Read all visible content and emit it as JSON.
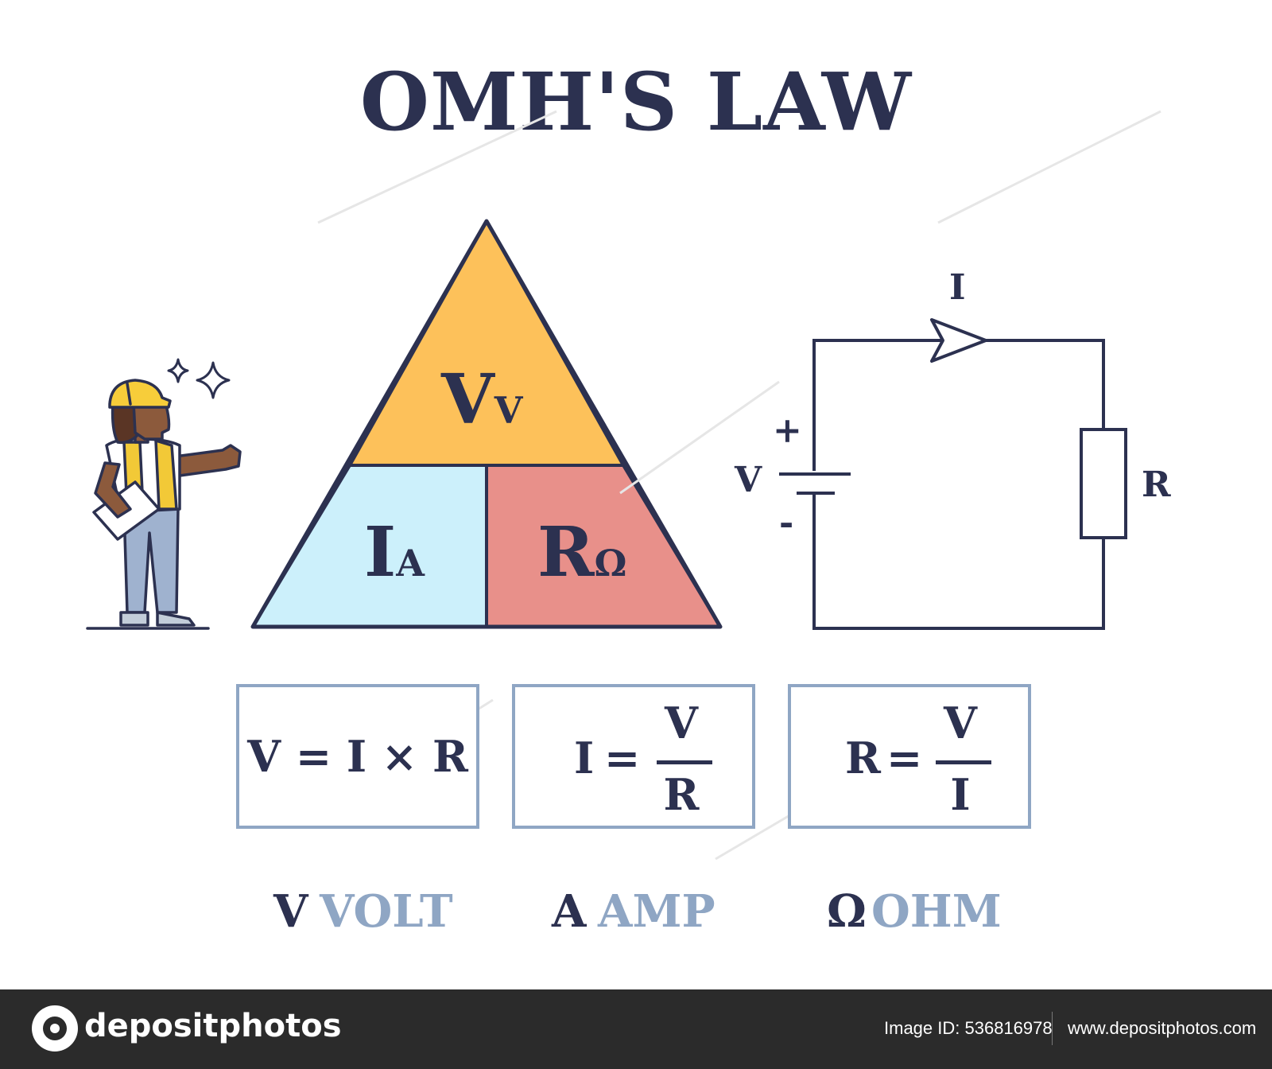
{
  "title": "OMH'S LAW",
  "triangle": {
    "top": {
      "symbol": "V",
      "unit": "V"
    },
    "left": {
      "symbol": "I",
      "unit": "A"
    },
    "right": {
      "symbol": "R",
      "unit": "Ω"
    },
    "colors": {
      "top": "#fdc15a",
      "left": "#ccf0fb",
      "right": "#e8908a"
    }
  },
  "circuit": {
    "current_label": "I",
    "plus": "+",
    "minus": "-",
    "voltage_label": "V",
    "resistor_label": "R"
  },
  "formulas": {
    "voltage": {
      "text": "V = I × R"
    },
    "current": {
      "lhs": "I",
      "eq": "=",
      "numerator": "V",
      "denominator": "R"
    },
    "resistance": {
      "lhs": "R",
      "eq": "=",
      "numerator": "V",
      "denominator": "I"
    }
  },
  "units": [
    {
      "symbol": "V",
      "name": "VOLT"
    },
    {
      "symbol": "A",
      "name": "AMP"
    },
    {
      "symbol": "Ω",
      "name": "OHM"
    }
  ],
  "footer": {
    "brand": "depositphotos",
    "image_id": "Image ID: 536816978",
    "site": "www.depositphotos.com"
  }
}
